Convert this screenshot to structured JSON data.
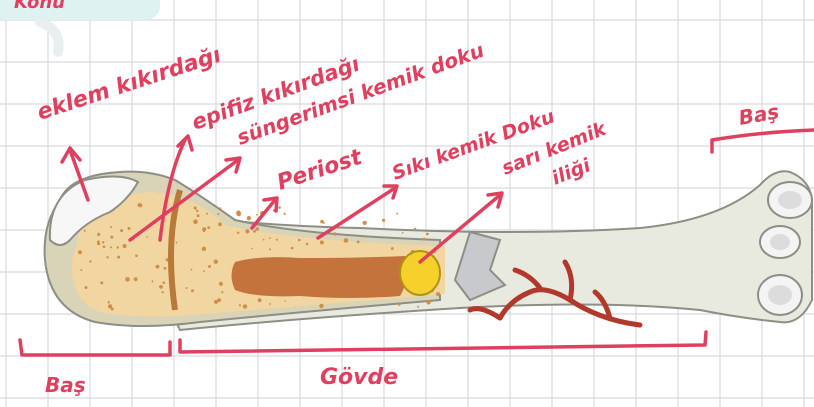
{
  "header_tab": {
    "text": "Konu"
  },
  "labels": {
    "eklem_kikirdagi": "eklem kıkırdağı",
    "epifiz_kikirdagi": "epifiz kıkırdağı",
    "sungerimsi_kemik": "süngerimsi kemik doku",
    "periost": "Periost",
    "siki_kemik": "Sıkı kemik Doku",
    "sari_kemik_iligi_line1": "sarı kemik",
    "sari_kemik_iligi_line2": "iliği",
    "bas_right": "Baş",
    "bas_left": "Baş",
    "govde": "Gövde"
  },
  "colors": {
    "ink": "#e0405f",
    "grid": "#d9dadd",
    "bone_outer": "#e6e6dc",
    "spongy": "#f2d9a8",
    "marrow_red": "#c8743e",
    "marrow_yellow": "#f4cf2a",
    "vessel": "#b5352a",
    "cartilage": "#f7f7f7"
  }
}
